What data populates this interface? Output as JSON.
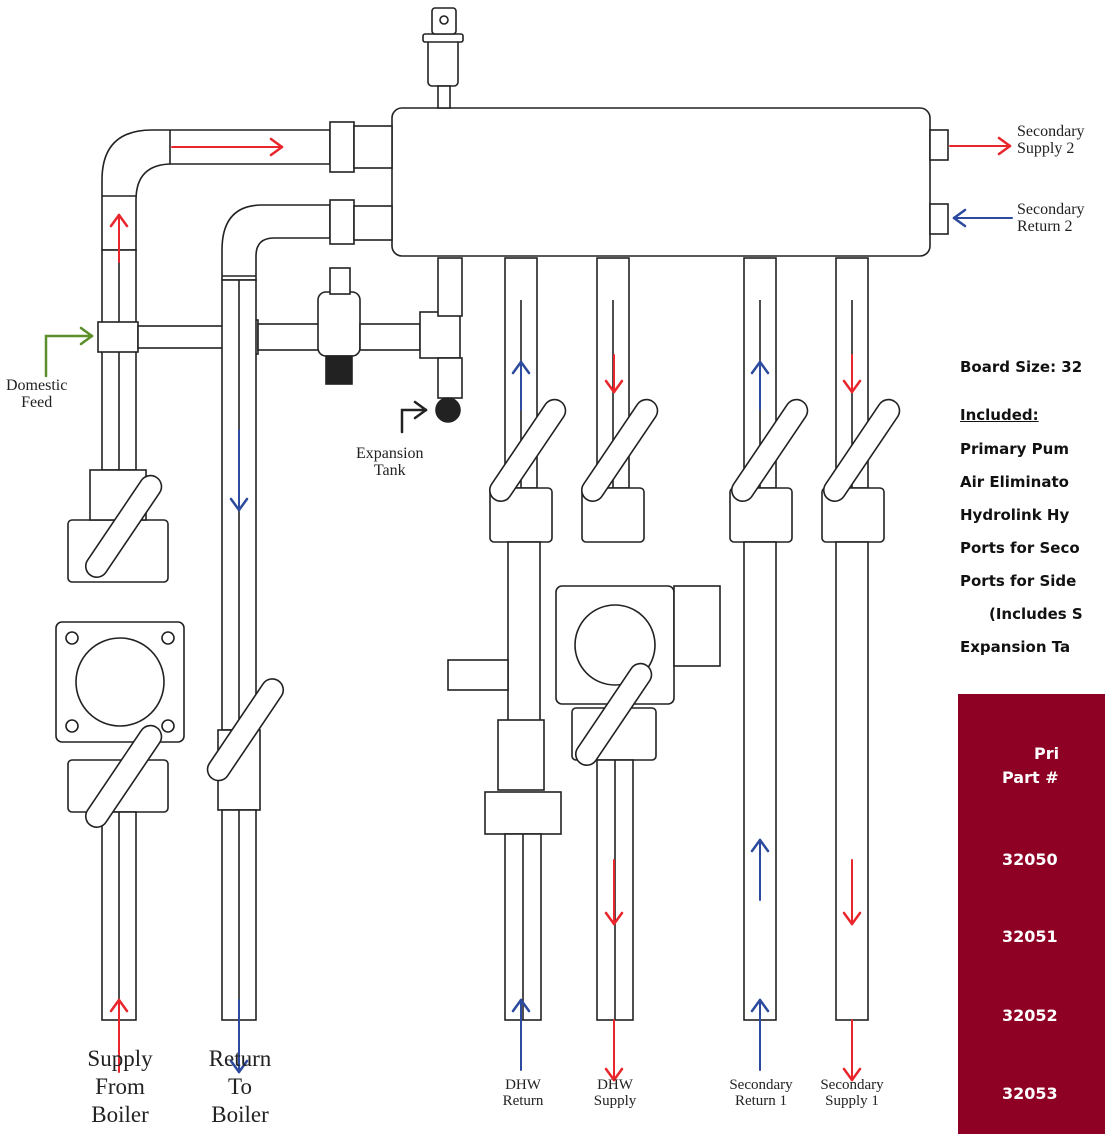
{
  "labels": {
    "secondary_supply_2": [
      "Secondary",
      "Supply 2"
    ],
    "secondary_return_2": [
      "Secondary",
      "Return 2"
    ],
    "domestic_feed": [
      "Domestic",
      "Feed"
    ],
    "expansion_tank": [
      "Expansion",
      "Tank"
    ],
    "supply_from_boiler": [
      "Supply",
      "From",
      "Boiler"
    ],
    "return_to_boiler": [
      "Return",
      "To",
      "Boiler"
    ],
    "dhw_return": [
      "DHW",
      "Return"
    ],
    "dhw_supply": [
      "DHW",
      "Supply"
    ],
    "secondary_return_1": [
      "Secondary",
      "Return 1"
    ],
    "secondary_supply_1": [
      "Secondary",
      "Supply 1"
    ]
  },
  "info": {
    "board_size": "Board Size: 32",
    "included_heading": "Included:",
    "items": [
      "Primary Pum",
      "Air Eliminato",
      "Hydrolink Hy",
      "Ports for Seco",
      "Ports for Side",
      "(Includes S",
      "Expansion Ta"
    ]
  },
  "parts_table": {
    "header_top": "Pri",
    "header_part": "Part #",
    "rows": [
      "32050",
      "32051",
      "32052",
      "32053"
    ]
  },
  "colors": {
    "supply_arrow": "#e8262c",
    "return_arrow": "#2c4a9e",
    "feed_arrow": "#5a8f2a",
    "table_bg": "#8e0024"
  }
}
